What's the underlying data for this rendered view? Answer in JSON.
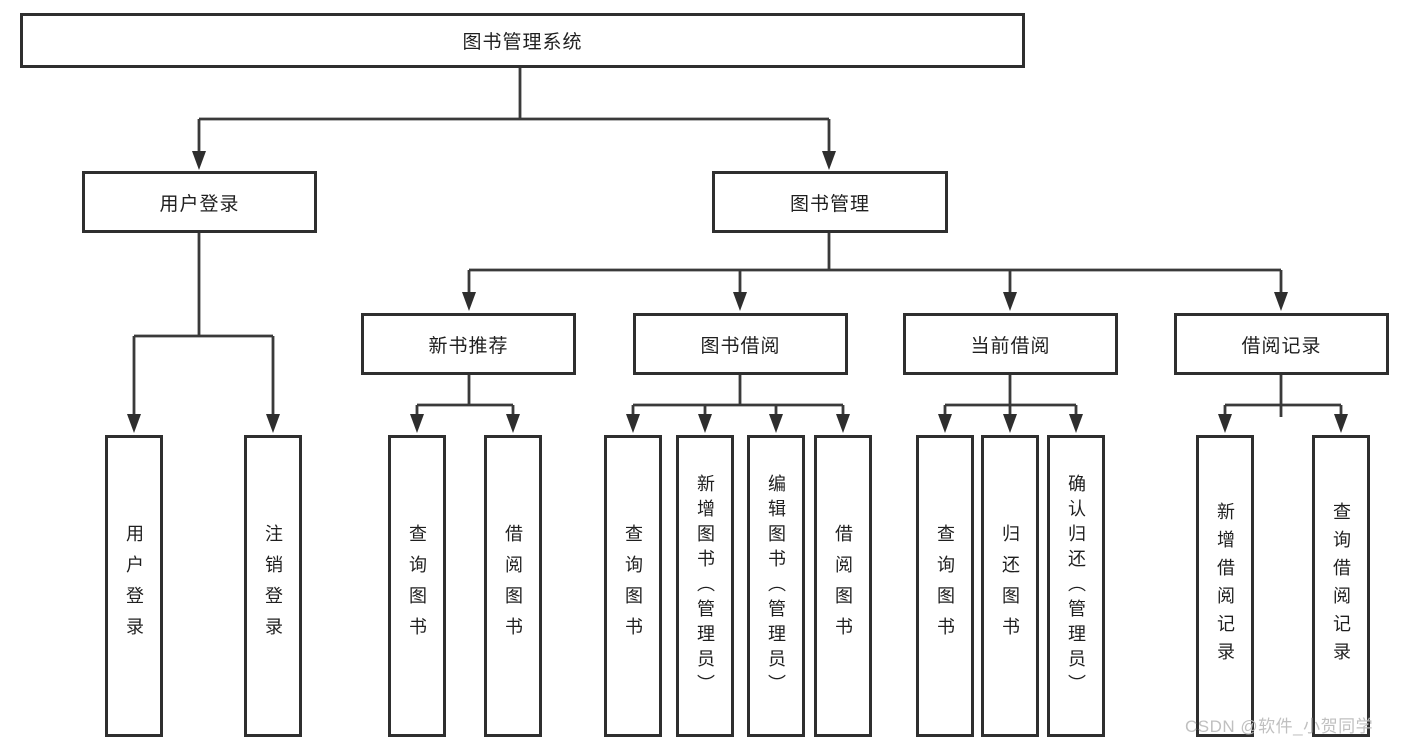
{
  "tree": {
    "root": "图书管理系统",
    "level2": [
      "用户登录",
      "图书管理"
    ],
    "level3": [
      "新书推荐",
      "图书借阅",
      "当前借阅",
      "借阅记录"
    ],
    "leaves": [
      "用户登录",
      "注销登录",
      "查询图书",
      "借阅图书",
      "查询图书",
      "新增图书（管理员）",
      "编辑图书（管理员）",
      "借阅图书",
      "查询图书",
      "归还图书",
      "确认归还（管理员）",
      "新增借阅记录",
      "查询借阅记录"
    ]
  },
  "watermark": {
    "text": "CSDN @软件_小贺同学"
  },
  "colors": {
    "line": "#3a3a3a",
    "border": "#2f2f2f",
    "text": "#1f1f1f",
    "watermark": "#bdbdbd",
    "background": "#ffffff"
  }
}
